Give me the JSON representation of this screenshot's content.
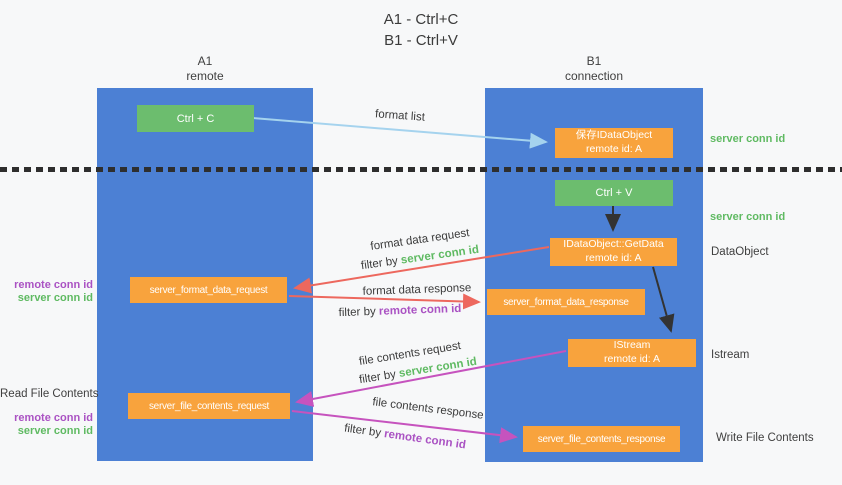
{
  "title": {
    "line1": "A1 - Ctrl+C",
    "line2": "B1 - Ctrl+V"
  },
  "lanes": {
    "a": {
      "title": "A1",
      "subtitle": "remote"
    },
    "b": {
      "title": "B1",
      "subtitle": "connection"
    }
  },
  "boxes": {
    "ctrl_c": {
      "label": "Ctrl + C"
    },
    "save_idataobject": {
      "line1": "保存IDataObject",
      "line2": "remote id: A"
    },
    "ctrl_v": {
      "label": "Ctrl + V"
    },
    "getdata": {
      "line1": "IDataObject::GetData",
      "line2": "remote id: A"
    },
    "format_request": {
      "label": "server_format_data_request"
    },
    "format_response": {
      "label": "server_format_data_response"
    },
    "istream": {
      "line1": "IStream",
      "line2": "remote id: A"
    },
    "file_request": {
      "label": "server_file_contents_request"
    },
    "file_response": {
      "label": "server_file_contents_response"
    }
  },
  "flow_labels": {
    "format_list": "format list",
    "format_data_request": "format data request",
    "format_data_response": "format data response",
    "file_contents_request": "file contents request",
    "file_contents_response": "file contents response",
    "filter_by": "filter by",
    "server_conn_id": "server conn id",
    "remote_conn_id": "remote conn id"
  },
  "side_labels": {
    "server_conn_id_right_top": "server conn id",
    "server_conn_id_right_mid": "server conn id",
    "data_object": "DataObject",
    "istream": "Istream",
    "write_file_contents": "Write File Contents",
    "remote_conn_id_left_top": "remote conn id",
    "server_conn_id_left_top": "server conn id",
    "read_file_contents": "Read File Contents",
    "remote_conn_id_left_bottom": "remote conn id",
    "server_conn_id_left_bottom": "server conn id"
  },
  "colors": {
    "lane_blue": "#4c80d4",
    "box_green": "#6cbd6e",
    "box_orange": "#f8a33d",
    "arrow_light_blue": "#a5d3ee",
    "arrow_red": "#ed685e",
    "arrow_magenta": "#c653be",
    "arrow_black": "#333333",
    "text_green": "#5fba62",
    "text_purple": "#aa52c3",
    "text_dark": "#3b3b3b",
    "background": "#f7f8f9"
  }
}
